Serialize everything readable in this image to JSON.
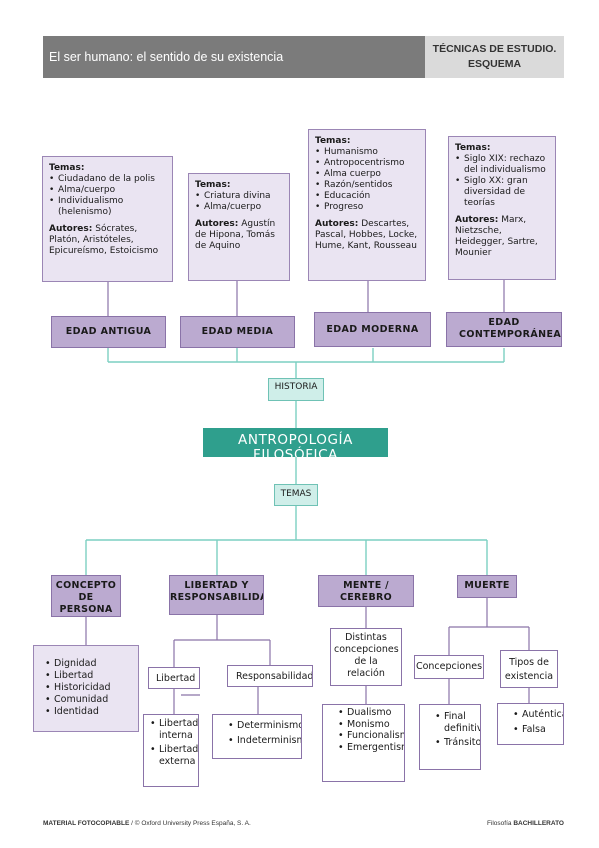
{
  "header": {
    "title": "El ser humano: el sentido de su existencia",
    "section_line1": "TÉCNICAS DE ESTUDIO.",
    "section_line2": "ESQUEMA"
  },
  "eras": [
    {
      "label": "EDAD ANTIGUA",
      "temas_label": "Temas:",
      "temas": [
        "Ciudadano de la polis",
        "Alma/cuerpo",
        "Individualismo (helenismo)"
      ],
      "autores_label": "Autores:",
      "autores": "Sócrates, Platón, Aristóteles, Epicureísmo, Estoicismo"
    },
    {
      "label": "EDAD MEDIA",
      "temas_label": "Temas:",
      "temas": [
        "Criatura divina",
        "Alma/cuerpo"
      ],
      "autores_label": "Autores:",
      "autores": "Agustín de Hipona, Tomás de Aquino"
    },
    {
      "label": "EDAD MODERNA",
      "temas_label": "Temas:",
      "temas": [
        "Humanismo",
        "Antropocentrismo",
        "Alma cuerpo",
        "Razón/sentidos",
        "Educación",
        "Progreso"
      ],
      "autores_label": "Autores:",
      "autores": "Descartes, Pascal, Hobbes, Locke, Hume, Kant, Rousseau"
    },
    {
      "label": "EDAD CONTEMPORÁNEA",
      "temas_label": "Temas:",
      "temas": [
        "Siglo XIX: rechazo del individualismo",
        "Siglo XX: gran diversidad de teorías"
      ],
      "autores_label": "Autores:",
      "autores": "Marx, Nietzsche, Heidegger, Sartre, Mounier"
    }
  ],
  "historia": "HISTORIA",
  "main_title": "ANTROPOLOGÍA FILOSÓFICA",
  "temas_node": "TEMAS",
  "categories": {
    "concepto": {
      "label": "CONCEPTO DE PERSONA",
      "items": [
        "Dignidad",
        "Libertad",
        "Historicidad",
        "Comunidad",
        "Identidad"
      ]
    },
    "libertad": {
      "label": "LIBERTAD Y RESPONSABILIDAD",
      "sub1": "Libertad",
      "sub1_items": [
        "Libertad interna",
        "Libertad externa"
      ],
      "sub2": "Responsabilidad",
      "sub2_items": [
        "Determinismo",
        "Indeterminismo"
      ]
    },
    "mente": {
      "label": "MENTE / CEREBRO",
      "sub": "Distintas concepciones de la relación",
      "items": [
        "Dualismo",
        "Monismo",
        "Funcionalismo",
        "Emergentismo"
      ]
    },
    "muerte": {
      "label": "MUERTE",
      "sub1": "Concepciones",
      "sub1_items": [
        "Final definitivo",
        "Tránsito"
      ],
      "sub2": "Tipos de existencia",
      "sub2_items": [
        "Auténtica",
        "Falsa"
      ]
    }
  },
  "footer": {
    "left_bold": "MATERIAL FOTOCOPIABLE",
    "left_rest": " / © Oxford University Press España, S. A.",
    "right_normal": "Filosofía ",
    "right_bold": "BACHILLERATO"
  },
  "colors": {
    "header_dark": "#7b7b7b",
    "header_light": "#dadada",
    "lavender": "#eae4f2",
    "purple": "#bbaad0",
    "teal": "#2f9f8d",
    "teal_light": "#cfeee9",
    "line_teal": "#7ccfc2",
    "line_purple": "#8a73a8"
  }
}
